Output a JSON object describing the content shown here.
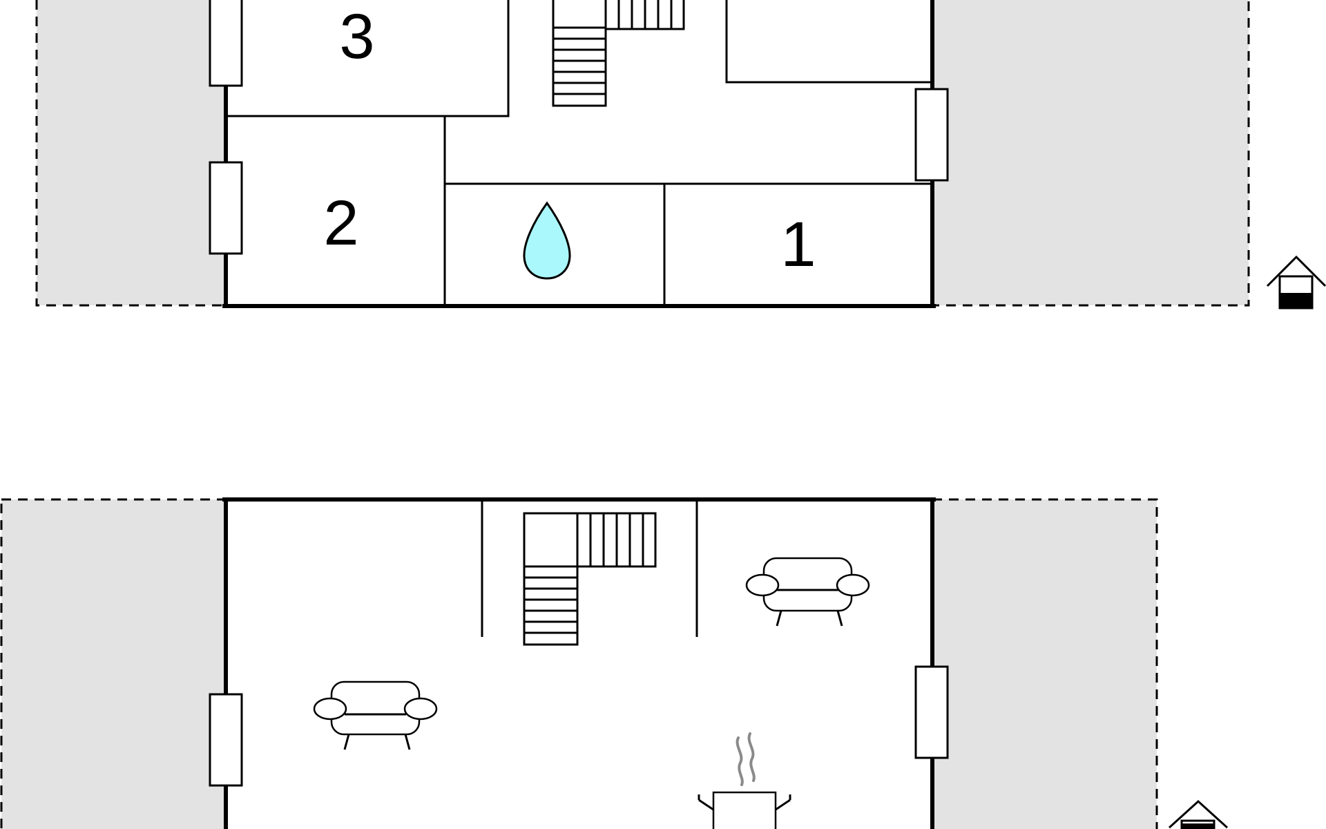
{
  "floor_plan": {
    "upper_floor": {
      "room_labels": [
        "3",
        "2",
        "1"
      ],
      "bathroom_icon": "water-drop-icon",
      "bathroom_color": "#aaf8fb"
    },
    "ground_floor": {
      "icons": [
        "stairs-icon",
        "sofa-icon",
        "sofa-icon",
        "stove-icon"
      ]
    },
    "entrance_icon": "entrance-house-icon",
    "terrace_color": "#e3e3e3"
  }
}
